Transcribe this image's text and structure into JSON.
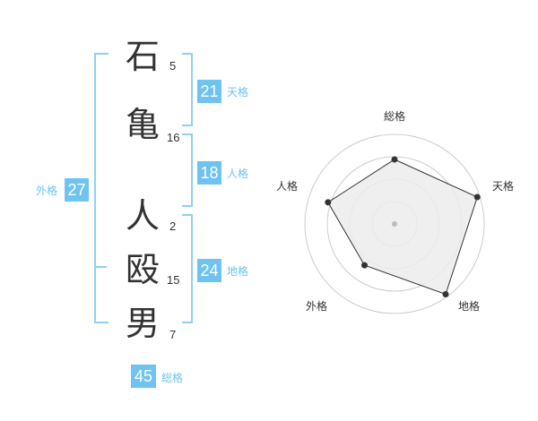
{
  "name": {
    "chars": [
      {
        "char": "石",
        "strokes": "5"
      },
      {
        "char": "亀",
        "strokes": "16"
      },
      {
        "char": "人",
        "strokes": "2"
      },
      {
        "char": "殴",
        "strokes": "15"
      },
      {
        "char": "男",
        "strokes": "7"
      }
    ]
  },
  "fortunes": {
    "tenkaku": {
      "value": "21",
      "label": "天格"
    },
    "jinkaku": {
      "value": "18",
      "label": "人格"
    },
    "chikaku": {
      "value": "24",
      "label": "地格"
    },
    "gaikaku": {
      "value": "27",
      "label": "外格"
    },
    "soukaku": {
      "value": "45",
      "label": "総格"
    }
  },
  "radar": {
    "axes": [
      "総格",
      "天格",
      "地格",
      "外格",
      "人格"
    ],
    "values": [
      0.72,
      0.97,
      0.97,
      0.57,
      0.78
    ],
    "max": 1,
    "rings": 4,
    "colors": {
      "fill": "#ececec",
      "line": "#333333",
      "ring": "#cccccc",
      "point": "#333333",
      "center": "#bbbbbb"
    }
  },
  "colors": {
    "accent": "#6fc3f0",
    "bracket": "#8fd0f5",
    "text": "#333333"
  }
}
